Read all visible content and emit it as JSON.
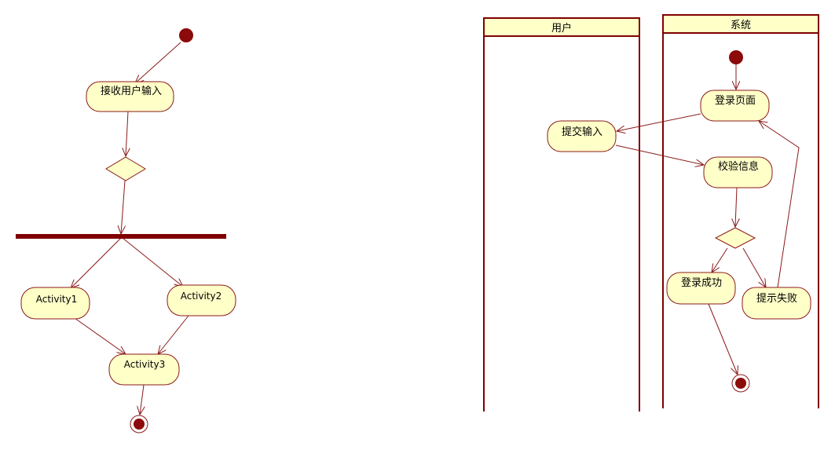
{
  "colors": {
    "node_fill": "#ffffc8",
    "node_stroke": "#8b1a1a",
    "edge": "#8b1a1a",
    "start_fill": "#8b0a0a",
    "fork_bar": "#800000",
    "lane_header_fill": "#ffffc8",
    "lane_stroke": "#800000"
  },
  "left_diagram": {
    "activities": {
      "receive_input": "接收用户输入",
      "activity1": "Activity1",
      "activity2": "Activity2",
      "activity3": "Activity3"
    }
  },
  "right_diagram": {
    "lanes": {
      "user": "用户",
      "system": "系统"
    },
    "activities": {
      "submit_input": "提交输入",
      "login_page": "登录页面",
      "verify_info": "校验信息",
      "login_success": "登录成功",
      "prompt_failure": "提示失败"
    }
  }
}
